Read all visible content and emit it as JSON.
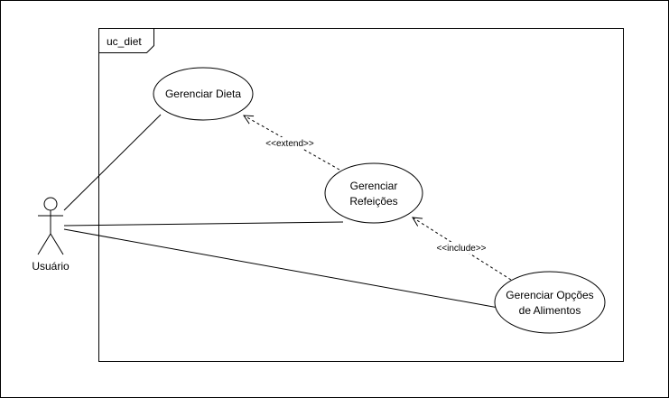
{
  "diagram": {
    "boundary_title": "uc_diet",
    "actor_label": "Usuário",
    "use_cases": {
      "gerenciar_dieta": [
        "Gerenciar Dieta"
      ],
      "gerenciar_refeicoes": [
        "Gerenciar",
        "Refeições"
      ],
      "gerenciar_opcoes": [
        "Gerenciar Opções",
        "de Alimentos"
      ]
    },
    "relationships": {
      "extend_label": "<<extend>>",
      "include_label": "<<include>>"
    }
  }
}
